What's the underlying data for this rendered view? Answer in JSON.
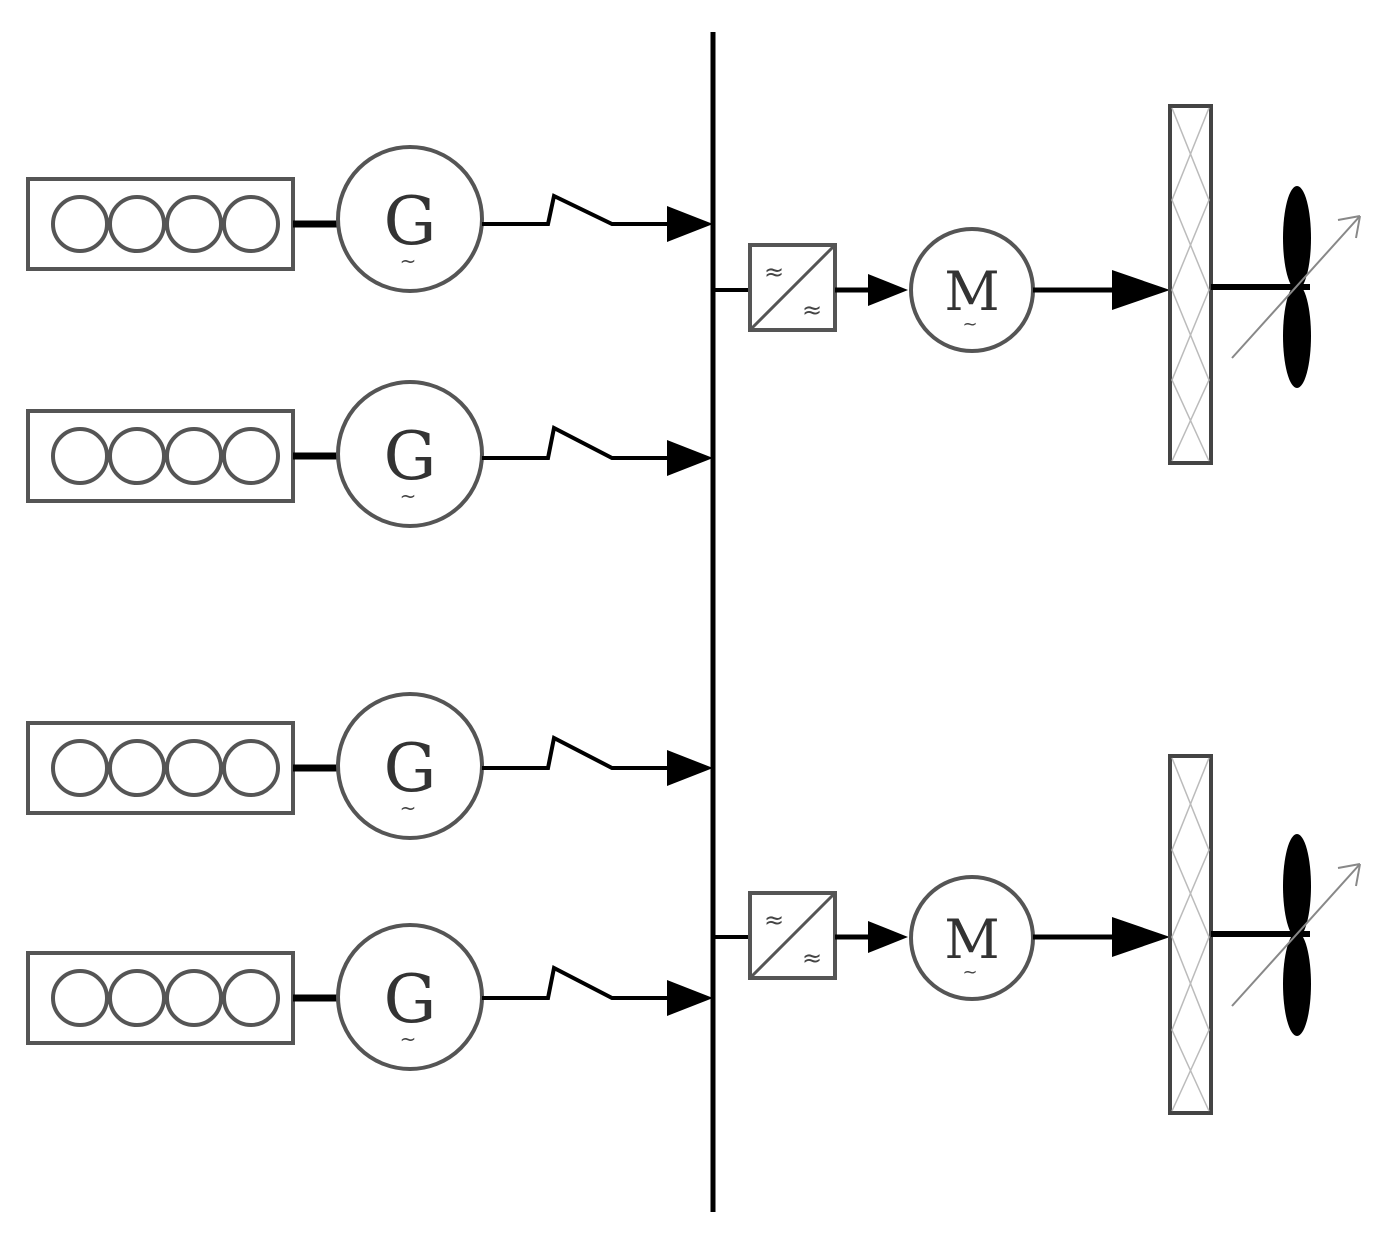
{
  "diagram": {
    "generator_symbol": "G",
    "motor_symbol": "M",
    "ac_symbol": "~",
    "converter_symbol": "≈",
    "colors": {
      "line": "#000000",
      "outline": "#555555",
      "background": "#ffffff"
    },
    "icons": [
      "engine-icon",
      "generator-icon",
      "breaker-icon",
      "converter-icon",
      "motor-icon",
      "gearbox-icon",
      "propeller-icon"
    ],
    "generator_sets": [
      {
        "engine_cylinders": 4
      },
      {
        "engine_cylinders": 4
      },
      {
        "engine_cylinders": 4
      },
      {
        "engine_cylinders": 4
      }
    ],
    "propulsion_lines": [
      {
        "converter": true,
        "motor": true,
        "gearbox": true,
        "propeller": "controllable-pitch"
      },
      {
        "converter": true,
        "motor": true,
        "gearbox": true,
        "propeller": "controllable-pitch"
      }
    ]
  }
}
